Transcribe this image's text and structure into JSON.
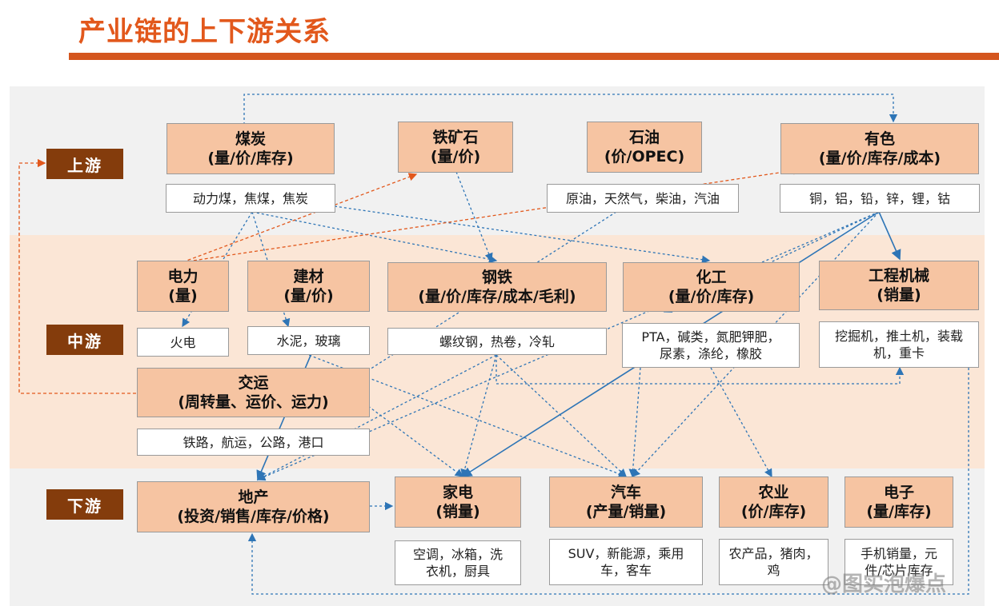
{
  "title": "产业链的上下游关系",
  "tiers": {
    "up": "上游",
    "mid": "中游",
    "down": "下游"
  },
  "nodes": {
    "coal": {
      "title": "煤炭\n(量/价/库存)",
      "sub": "动力煤，焦煤，焦炭"
    },
    "iron_ore": {
      "title": "铁矿石\n(量/价)"
    },
    "oil": {
      "title": "石油\n(价/OPEC)",
      "sub": "原油，天然气，柴油，汽油"
    },
    "nonferrous": {
      "title": "有色\n(量/价/库存/成本)",
      "sub": "铜，铝，铅，锌，锂，钴"
    },
    "power": {
      "title": "电力\n(量)",
      "sub": "火电"
    },
    "building": {
      "title": "建材\n(量/价)",
      "sub": "水泥，玻璃"
    },
    "steel": {
      "title": "钢铁\n(量/价/库存/成本/毛利)",
      "sub": "螺纹钢，热卷，冷轧"
    },
    "chemical": {
      "title": "化工\n(量/价/库存)",
      "sub": "PTA，碱类，氮肥钾肥，\n尿素，涤纶，橡胶"
    },
    "machinery": {
      "title": "工程机械\n(销量)",
      "sub": "挖掘机，推土机，装载\n机，重卡"
    },
    "transport": {
      "title": "交运\n(周转量、运价、运力)",
      "sub": "铁路，航运，公路，港口"
    },
    "real_estate": {
      "title": "地产\n(投资/销售/库存/价格)"
    },
    "appliance": {
      "title": "家电\n(销量)",
      "sub": "空调，冰箱，洗\n衣机，厨具"
    },
    "auto": {
      "title": "汽车\n(产量/销量)",
      "sub": "SUV，新能源，乘用\n车，客车"
    },
    "agriculture": {
      "title": "农业\n(价/库存)",
      "sub": "农产品，猪肉，\n鸡"
    },
    "electronics": {
      "title": "电子\n(量/库存)",
      "sub": "手机销量，元\n件/芯片库存"
    }
  },
  "watermark": "@图实泡爆点",
  "colors": {
    "accent": "#e2581c",
    "tier": "#843c0c",
    "box": "#f6c4a2",
    "arrow_blue": "#2e75b6",
    "arrow_orange": "#e2581c"
  }
}
